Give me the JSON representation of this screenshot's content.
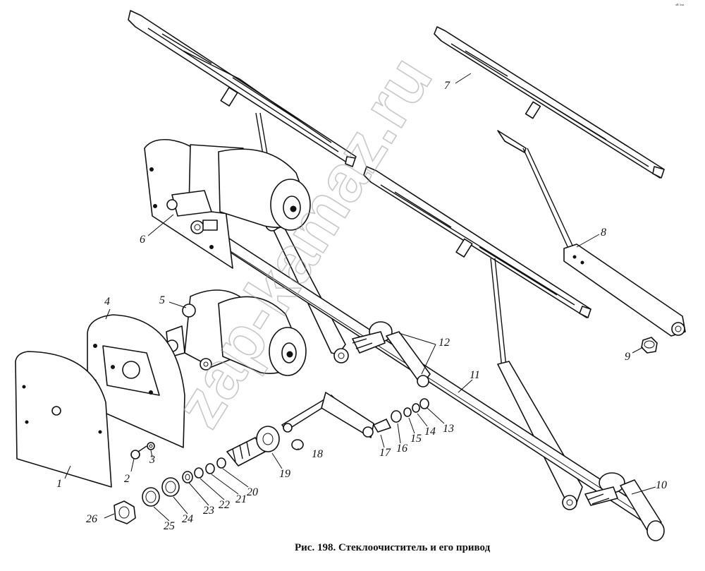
{
  "caption": "Рис. 198. Стеклоочиститель и его привод",
  "watermark": "zap-kamaz.ru",
  "corner_mark": "ᵃᴮ ᵏᵃᵃ",
  "labels": {
    "l1": "1",
    "l2": "2",
    "l3": "3",
    "l4": "4",
    "l5": "5",
    "l6": "6",
    "l7": "7",
    "l8": "8",
    "l9": "9",
    "l10": "10",
    "l11": "11",
    "l12": "12",
    "l13": "13",
    "l14": "14",
    "l15": "15",
    "l16": "16",
    "l17": "17",
    "l18": "18",
    "l19": "19",
    "l20": "20",
    "l21": "21",
    "l22": "22",
    "l23": "23",
    "l24": "24",
    "l25": "25",
    "l26": "26"
  }
}
